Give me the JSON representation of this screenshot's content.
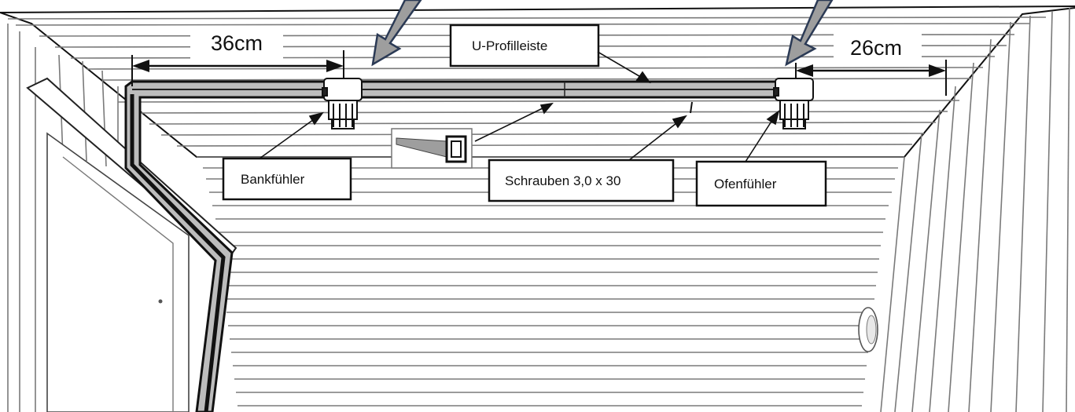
{
  "dimensions": {
    "left": "36cm",
    "right": "26cm"
  },
  "labels": {
    "profile": "U-Profilleiste",
    "bench_sensor": "Bankfühler",
    "screws": "Schrauben 3,0 x 30",
    "oven_sensor": "Ofenfühler"
  },
  "colors": {
    "line": "#111111",
    "rail_fill": "#bdbdbd",
    "arrow_fill": "#9e9e9e",
    "arrow_stroke": "#2b3a55",
    "wood_line": "#7a7a7a"
  },
  "icons": {
    "sensor": "temperature-sensor-icon",
    "saw": "saw-icon"
  }
}
